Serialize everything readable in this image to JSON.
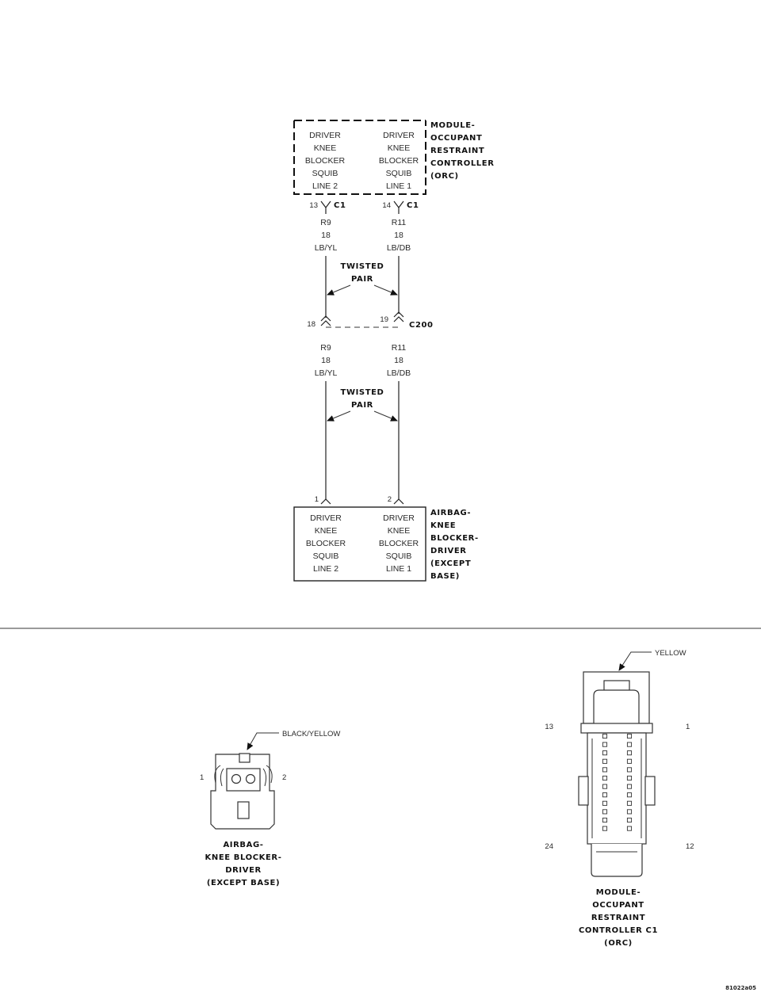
{
  "orc_module": {
    "label_lines": [
      "MODULE-",
      "OCCUPANT",
      "RESTRAINT",
      "CONTROLLER",
      "(ORC)"
    ],
    "left_circuit": [
      "DRIVER",
      "KNEE",
      "BLOCKER",
      "SQUIB",
      "LINE 2"
    ],
    "right_circuit": [
      "DRIVER",
      "KNEE",
      "BLOCKER",
      "SQUIB",
      "LINE 1"
    ]
  },
  "connector_c1": {
    "name": "C1",
    "left_pin": "13",
    "right_pin": "14"
  },
  "wire_upper": {
    "left": {
      "circuit": "R9",
      "gauge": "18",
      "color": "LB/YL"
    },
    "right": {
      "circuit": "R11",
      "gauge": "18",
      "color": "LB/DB"
    }
  },
  "twisted_pair_upper": [
    "TWISTED",
    "PAIR"
  ],
  "connector_c200": {
    "name": "C200",
    "left_pin": "18",
    "right_pin": "19"
  },
  "wire_lower": {
    "left": {
      "circuit": "R9",
      "gauge": "18",
      "color": "LB/YL"
    },
    "right": {
      "circuit": "R11",
      "gauge": "18",
      "color": "LB/DB"
    }
  },
  "twisted_pair_lower": [
    "TWISTED",
    "PAIR"
  ],
  "airbag_pins": {
    "left_pin": "1",
    "right_pin": "2"
  },
  "airbag_module": {
    "label_lines": [
      "AIRBAG-",
      "KNEE",
      "BLOCKER-",
      "DRIVER",
      "(EXCEPT",
      "BASE)"
    ],
    "left_circuit": [
      "DRIVER",
      "KNEE",
      "BLOCKER",
      "SQUIB",
      "LINE 2"
    ],
    "right_circuit": [
      "DRIVER",
      "KNEE",
      "BLOCKER",
      "SQUIB",
      "LINE 1"
    ]
  },
  "airbag_connector_view": {
    "color_callout": "BLACK/YELLOW",
    "pin_left": "1",
    "pin_right": "2",
    "caption_lines": [
      "AIRBAG-",
      "KNEE BLOCKER-",
      "DRIVER",
      "(EXCEPT BASE)"
    ]
  },
  "orc_connector_view": {
    "color_callout": "YELLOW",
    "pin_top_left": "13",
    "pin_top_right": "1",
    "pin_bottom_left": "24",
    "pin_bottom_right": "12",
    "caption_lines": [
      "MODULE-",
      "OCCUPANT",
      "RESTRAINT",
      "CONTROLLER C1",
      "(ORC)"
    ]
  },
  "figure_id": "81022a05"
}
